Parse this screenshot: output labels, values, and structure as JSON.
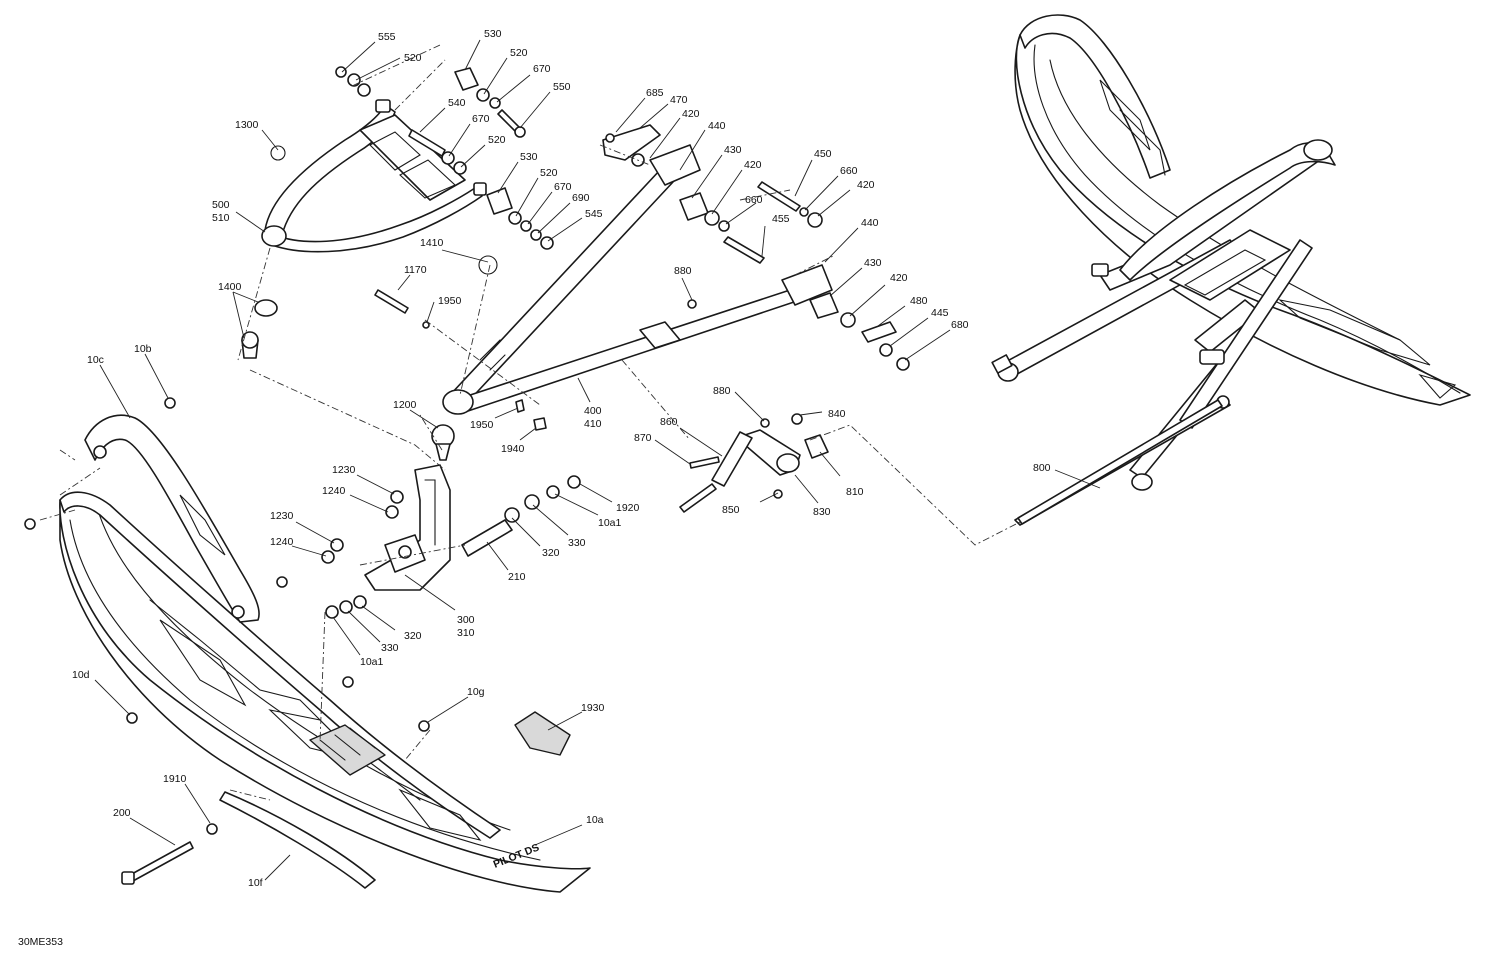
{
  "diagram_ref": "30ME353",
  "part_numbers": [
    "555",
    "520",
    "530",
    "520",
    "670",
    "550",
    "540",
    "670",
    "520",
    "1300",
    "500",
    "510",
    "530",
    "520",
    "670",
    "690",
    "545",
    "685",
    "470",
    "420",
    "440",
    "430",
    "420",
    "450",
    "660",
    "420",
    "660",
    "455",
    "440",
    "880",
    "430",
    "420",
    "480",
    "445",
    "680",
    "1410",
    "1170",
    "1950",
    "1400",
    "10c",
    "10b",
    "1200",
    "400",
    "410",
    "1950",
    "1940",
    "880",
    "840",
    "860",
    "870",
    "810",
    "830",
    "850",
    "1230",
    "1240",
    "1920",
    "1230",
    "1240",
    "10a1",
    "330",
    "320",
    "210",
    "300",
    "310",
    "320",
    "330",
    "10a1",
    "10d",
    "10g",
    "1930",
    "1910",
    "200",
    "10a",
    "10f",
    "800"
  ],
  "ski_logo_text": "PILOT DS"
}
